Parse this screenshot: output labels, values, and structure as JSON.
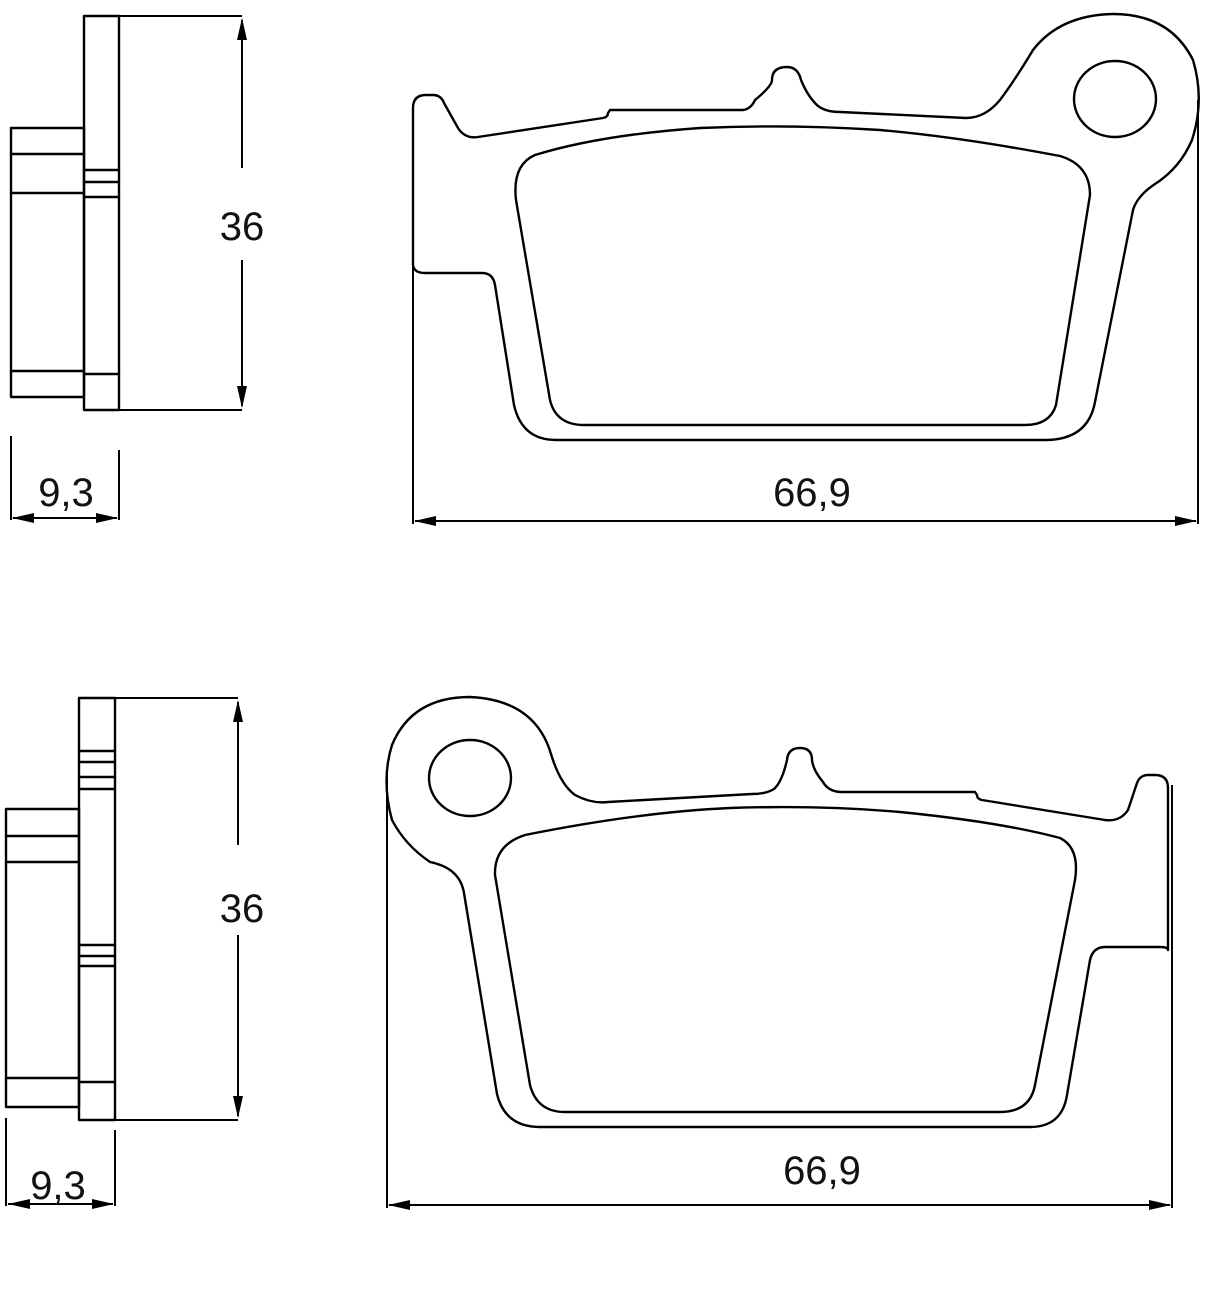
{
  "drawings": [
    {
      "name": "brake-pad-top",
      "side_view": {
        "height_label": "36",
        "thickness_label": "9,3"
      },
      "front_view": {
        "width_label": "66,9",
        "ear_position": "right"
      }
    },
    {
      "name": "brake-pad-bottom",
      "side_view": {
        "height_label": "36",
        "thickness_label": "9,3"
      },
      "front_view": {
        "width_label": "66,9",
        "ear_position": "left"
      }
    }
  ],
  "colors": {
    "line": "#000000",
    "background": "#ffffff"
  }
}
